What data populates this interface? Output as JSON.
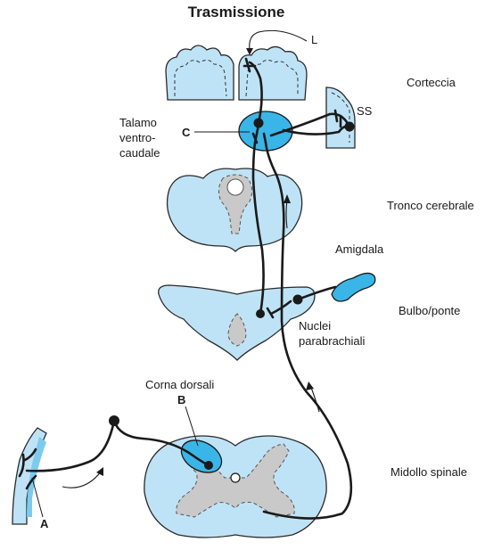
{
  "title": "Trasmissione",
  "labels": {
    "l": "L",
    "corteccia": "Corteccia",
    "ss": "SS",
    "talamo_line1": "Talamo",
    "talamo_line2": "ventro-",
    "talamo_line3": "caudale",
    "c": "C",
    "tronco": "Tronco cerebrale",
    "amigdala": "Amigdala",
    "bulbo": "Bulbo/ponte",
    "nuclei_line1": "Nuclei",
    "nuclei_line2": "parabrachiali",
    "corna": "Corna dorsali",
    "b": "B",
    "midollo": "Midollo spinale",
    "a": "A"
  },
  "colors": {
    "tissue": "#bfe3f6",
    "nucleus": "#3ab5e8",
    "grey_matter": "#c9c9c9",
    "fiber": "#1a1a1a"
  }
}
